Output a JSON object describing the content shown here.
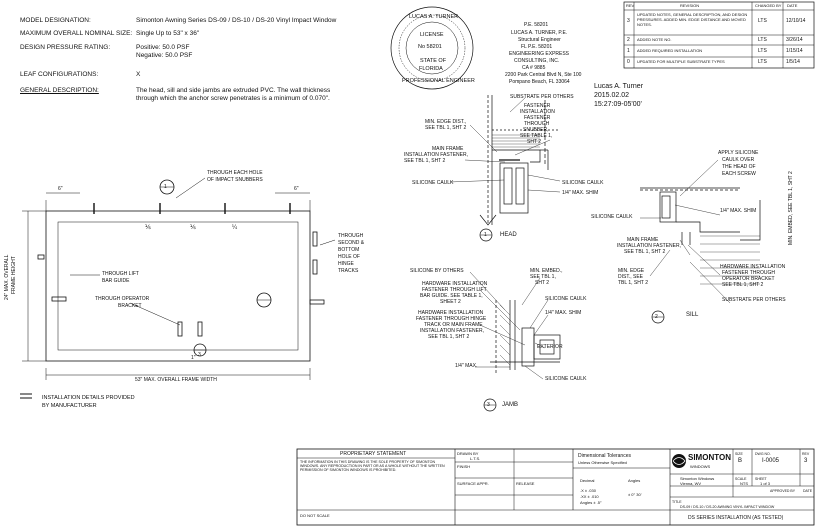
{
  "header": {
    "model_label": "MODEL DESIGNATION:",
    "model_value": "Simonton Awning Series DS-09 / DS-10 / DS-20 Vinyl Impact Window",
    "size_label": "MAXIMUM OVERALL NOMINAL SIZE:",
    "size_value": "Single Up to 53\" x 36\"",
    "pressure_label": "DESIGN PRESSURE RATING:",
    "pressure_value_1": "Positive: 50.0 PSF",
    "pressure_value_2": "Negative: 50.0 PSF",
    "config_label": "LEAF CONFIGURATIONS:",
    "config_value": "X",
    "gen_label": "GENERAL DESCRIPTION:",
    "gen_value_1": "The head, sill and side jambs are extruded PVC. The wall thickness",
    "gen_value_2": "through which the anchor screw penetrates is a minimum of 0.070\"."
  },
  "seal": {
    "line1": "LUCAS A. TURNER",
    "line2": "LICENSE",
    "line3": "No 58201",
    "line4": "STATE OF",
    "line5": "FLORIDA",
    "line6": "PROFESSIONAL ENGINEER"
  },
  "engineer": {
    "line1": "P.E. 58201",
    "line2": "LUCAS A. TURNER, P.E.",
    "line3": "Structural Engineer",
    "line4": "FL P.E. 58201",
    "line5": "ENGINEERING EXPRESS",
    "line6": "CONSULTING, INC.",
    "line7": "CA # 9885",
    "line8": "2200 Park Central Blvd N, Ste 100",
    "line9": "Pompano Beach, FL 33064"
  },
  "signature": {
    "name": "Lucas A. Turner",
    "date": "2015.02.02",
    "time": "15:27:09-05'00'"
  },
  "revisions": {
    "headers": [
      "REV",
      "REVISION",
      "CHANGED BY",
      "DATE"
    ],
    "rows": [
      [
        "3",
        "UPDATED NOTES, GENERAL DESCRIPTION, AND DESIGN PRESSURES. ADDED MIN. EDGE DISTANCE AND MOVED NOTES.",
        "LTS",
        "12/10/14"
      ],
      [
        "2",
        "ADDED NOTE NO.",
        "LTS",
        "3/26/14"
      ],
      [
        "1",
        "ADDED REQUIRED INSTALLATION",
        "LTS",
        "1/15/14"
      ],
      [
        "0",
        "UPDATED FOR MULTIPLE SUBSTRATE TYPES",
        "LTS",
        "1/5/14"
      ]
    ]
  },
  "elevation": {
    "dim_top_left": "6\"",
    "dim_top_right": "6\"",
    "through_each_hole": "THROUGH EACH HOLE",
    "of_impact_snubbers": "OF IMPACT SNUBBERS",
    "frac_1": "⅙",
    "frac_2": "⅙",
    "frac_3": "¼",
    "through_second_1": "THROUGH",
    "through_second_2": "SECOND &",
    "through_second_3": "BOTTOM",
    "through_second_4": "HOLE OF",
    "through_second_5": "HINGE",
    "through_second_6": "TRACKS",
    "through_lift_1": "THROUGH LIFT",
    "through_lift_2": "BAR GUIDE",
    "through_operator_1": "THROUGH OPERATOR",
    "through_operator_2": "BRACKET",
    "height_label_1": "24\" MAX. OVERALL",
    "height_label_2": "FRAME HEIGHT",
    "width_label": "53\" MAX. OVERALL FRAME WIDTH",
    "bottom_frac_1": "1\"",
    "bottom_frac_2": "3",
    "detail_1": "1"
  },
  "legend": {
    "line1": "INSTALLATION DETAILS PROVIDED",
    "line2": "BY MANUFACTURER"
  },
  "details": {
    "substrate": "SUBSTRATE PER OTHERS",
    "fastener_1": "FASTENER",
    "fastener_2": "INSTALLATION",
    "fastener_3": "FASTENER",
    "fastener_4": "THROUGH",
    "fastener_5": "SNUBBER,",
    "fastener_6": "SEE TABLE 1,",
    "fastener_7": "SHT 2",
    "min_edge_1": "MIN. EDGE DIST.,",
    "min_edge_2": "SEE TBL 1, SHT 2",
    "main_frame_1": "MAIN FRAME",
    "main_frame_2": "INSTALLATION FASTENER,",
    "main_frame_3": "SEE TBL 1, SHT 2",
    "silicone_caulk_1": "SILICONE CAULK",
    "silicone_caulk_2": "SILICONE CAULK",
    "shim_1": "1/4\" MAX. SHIM",
    "head_label": "HEAD",
    "head_num": "1",
    "min_embed": "MIN. EMBED, SEE TBL 1, SHT 2",
    "apply_1": "APPLY SILICONE",
    "apply_2": "CAULK OVER",
    "apply_3": "THE HEAD OF",
    "apply_4": "EACH SCREW",
    "shim_2": "1/4\" MAX. SHIM",
    "silicone_caulk_3": "SILICONE CAULK",
    "main_frame_4": "MAIN FRAME",
    "main_frame_5": "INSTALLATION FASTENER,",
    "main_frame_6": "SEE TBL 1, SHT 2",
    "min_edge_3": "MIN. EDGE",
    "min_edge_4": "DIST., SEE",
    "min_edge_5": "TBL 1, SHT 2",
    "hardware_1": "HARDWARE INSTALLATION",
    "hardware_2": "FASTENER THROUGH",
    "hardware_3": "OPERATOR BRACKET",
    "hardware_4": "SEE TBL 1, SHT 2",
    "substrate_2": "SUBSTRATE PER OTHERS",
    "sill_label": "SILL",
    "sill_num": "2",
    "silicone_by_others": "SILICONE BY OTHERS",
    "hw_1": "HARDWARE INSTALLATION",
    "hw_2": "FASTENER THROUGH LIFT",
    "hw_3": "BAR GUIDE. SEE TABLE 1,",
    "hw_4": "SHEET 2",
    "hw_5": "HARDWARE INSTALLATION",
    "hw_6": "FASTENER THROUGH HINGE",
    "hw_7": "TRACK OR MAIN FRAME",
    "hw_8": "INSTALLATION FASTENER,",
    "hw_9": "SEE TBL 1, SHT 2",
    "min_embed_2": "MIN. EMBED.,",
    "min_embed_3": "SEE TBL 1,",
    "min_embed_4": "SHT 2",
    "silicone_caulk_4": "SILICONE CAULK",
    "shim_3": "1/4\" MAX. SHIM",
    "exterior": "EXTERIOR",
    "shim_4": "1/4\" MAX.",
    "silicone_caulk_5": "SILICONE CAULK",
    "jamb_label": "JAMB",
    "jamb_num": "3"
  },
  "title_block": {
    "proprietary_title": "PROPRIETARY STATEMENT",
    "proprietary_text": "THE INFORMATION IN THIS DRAWING IS THE SOLE PROPERTY OF SIMONTON WINDOWS. ANY REPRODUCTION IN PART OR AS A WHOLE WITHOUT THE WRITTEN PERMISSION OF SIMONTON WINDOWS IS PROHIBITED.",
    "drawn_by_label": "DRAWN BY",
    "drawn_by": "L.T.S.",
    "finish_label": "FINISH",
    "surface_label": "SURFACE APPR.",
    "release_label": "RELEASE",
    "dim_tolerances": "Dimensional Tolerances",
    "unless_noted": "Unless Otherwise Specified",
    "decimal": "Decimal",
    "angles": "Angles",
    "tol_1": ".X ± .030",
    "tol_2": ".XX ± .010",
    "tol_3": "Angles ± .5°",
    "tol_4": "± 0° 30'",
    "company": "SIMONTON",
    "company_sub": "WINDOWS",
    "address": "Simonton Windows",
    "address2": "Vienna, WV",
    "size_label": "SIZE",
    "size_val": "B",
    "dwg_label": "DWG NO.",
    "dwg_val": "I-0005",
    "rev_label": "REV",
    "rev_val": "3",
    "scale_label": "SCALE",
    "scale_val": "NTS",
    "sheet_label": "SHEET",
    "sheet_val": "1 of 3",
    "approved_label": "APPROVED BY",
    "date_label": "DATE",
    "title_label": "TITLE",
    "title_val": "DS-09 / DS-10 / DS-20 AWNING VINYL IMPACT WINDOW",
    "sub_title": "DS SERIES INSTALLATION (AS TESTED)",
    "footer_left": "DO NOT SCALE"
  }
}
